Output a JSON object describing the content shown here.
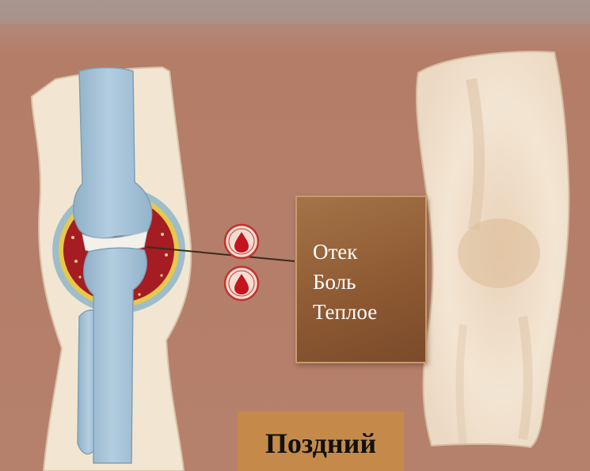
{
  "colors": {
    "background": "#b4806d",
    "bone": "#a7c3d7",
    "skin": "#f0e2d0",
    "inflamed_tissue": "#a51c22",
    "symptom_box": "#8e5a33",
    "label_box": "#c58a4a"
  },
  "symptoms": {
    "swelling": "Отек",
    "pain": "Боль",
    "warmth": "Теплое"
  },
  "stage": {
    "label": "Поздний"
  },
  "icons": {
    "top": "blood-drop-icon",
    "bottom": "blood-drop-icon"
  }
}
